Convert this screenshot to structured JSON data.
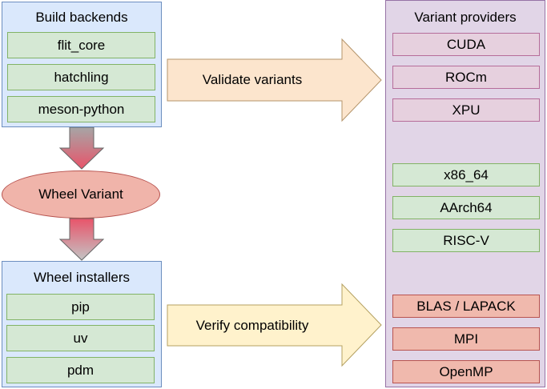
{
  "build_backends": {
    "title": "Build backends",
    "items": [
      "flit_core",
      "hatchling",
      "meson-python"
    ]
  },
  "wheel_variant": {
    "label": "Wheel Variant"
  },
  "wheel_installers": {
    "title": "Wheel installers",
    "items": [
      "pip",
      "uv",
      "pdm"
    ]
  },
  "arrows": {
    "validate": "Validate variants",
    "verify": "Verify compatibility"
  },
  "variant_providers": {
    "title": "Variant providers",
    "gpu": [
      "CUDA",
      "ROCm",
      "XPU"
    ],
    "cpu": [
      "x86_64",
      "AArch64",
      "RISC-V"
    ],
    "libs": [
      "BLAS / LAPACK",
      "MPI",
      "OpenMP"
    ]
  },
  "colors": {
    "panel_blue": "#dae8fc",
    "panel_purple": "#e1d5e7",
    "item_green": "#d5e8d4",
    "item_pink": "#e6d0de",
    "item_red": "#f0b9ad",
    "arrow_orange": "#fce5cd",
    "arrow_yellow": "#fff2cc"
  }
}
